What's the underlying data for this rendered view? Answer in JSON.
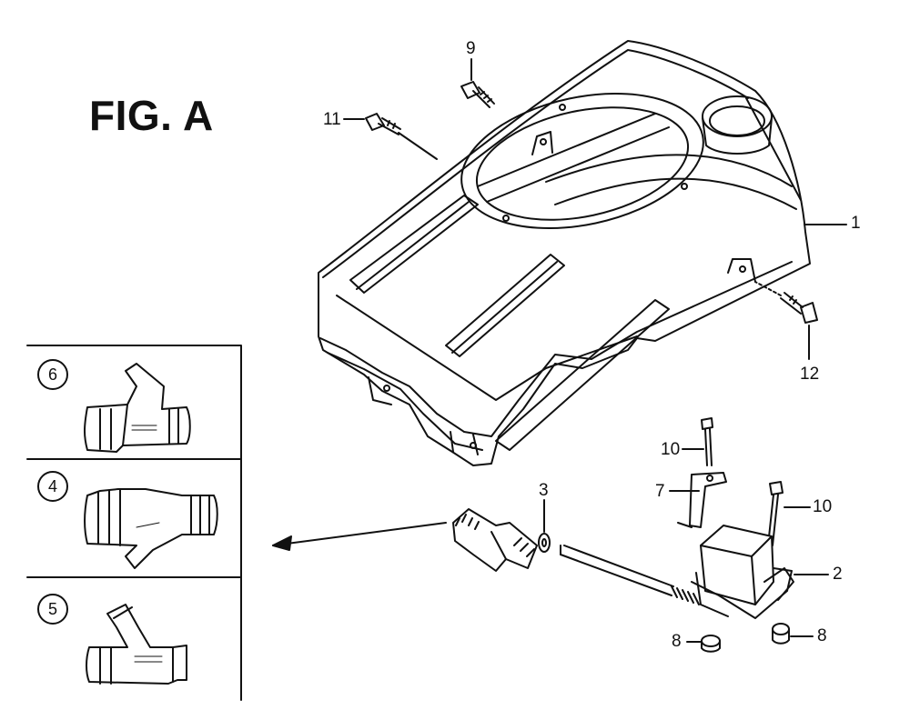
{
  "figure": {
    "title": "FIG. A"
  },
  "callouts": {
    "c1": "1",
    "c2": "2",
    "c3": "3",
    "c7": "7",
    "c8a": "8",
    "c8b": "8",
    "c9": "9",
    "c10a": "10",
    "c10b": "10",
    "c11": "11",
    "c12": "12"
  },
  "inset": {
    "items": [
      {
        "label": "6"
      },
      {
        "label": "4"
      },
      {
        "label": "5"
      }
    ]
  }
}
